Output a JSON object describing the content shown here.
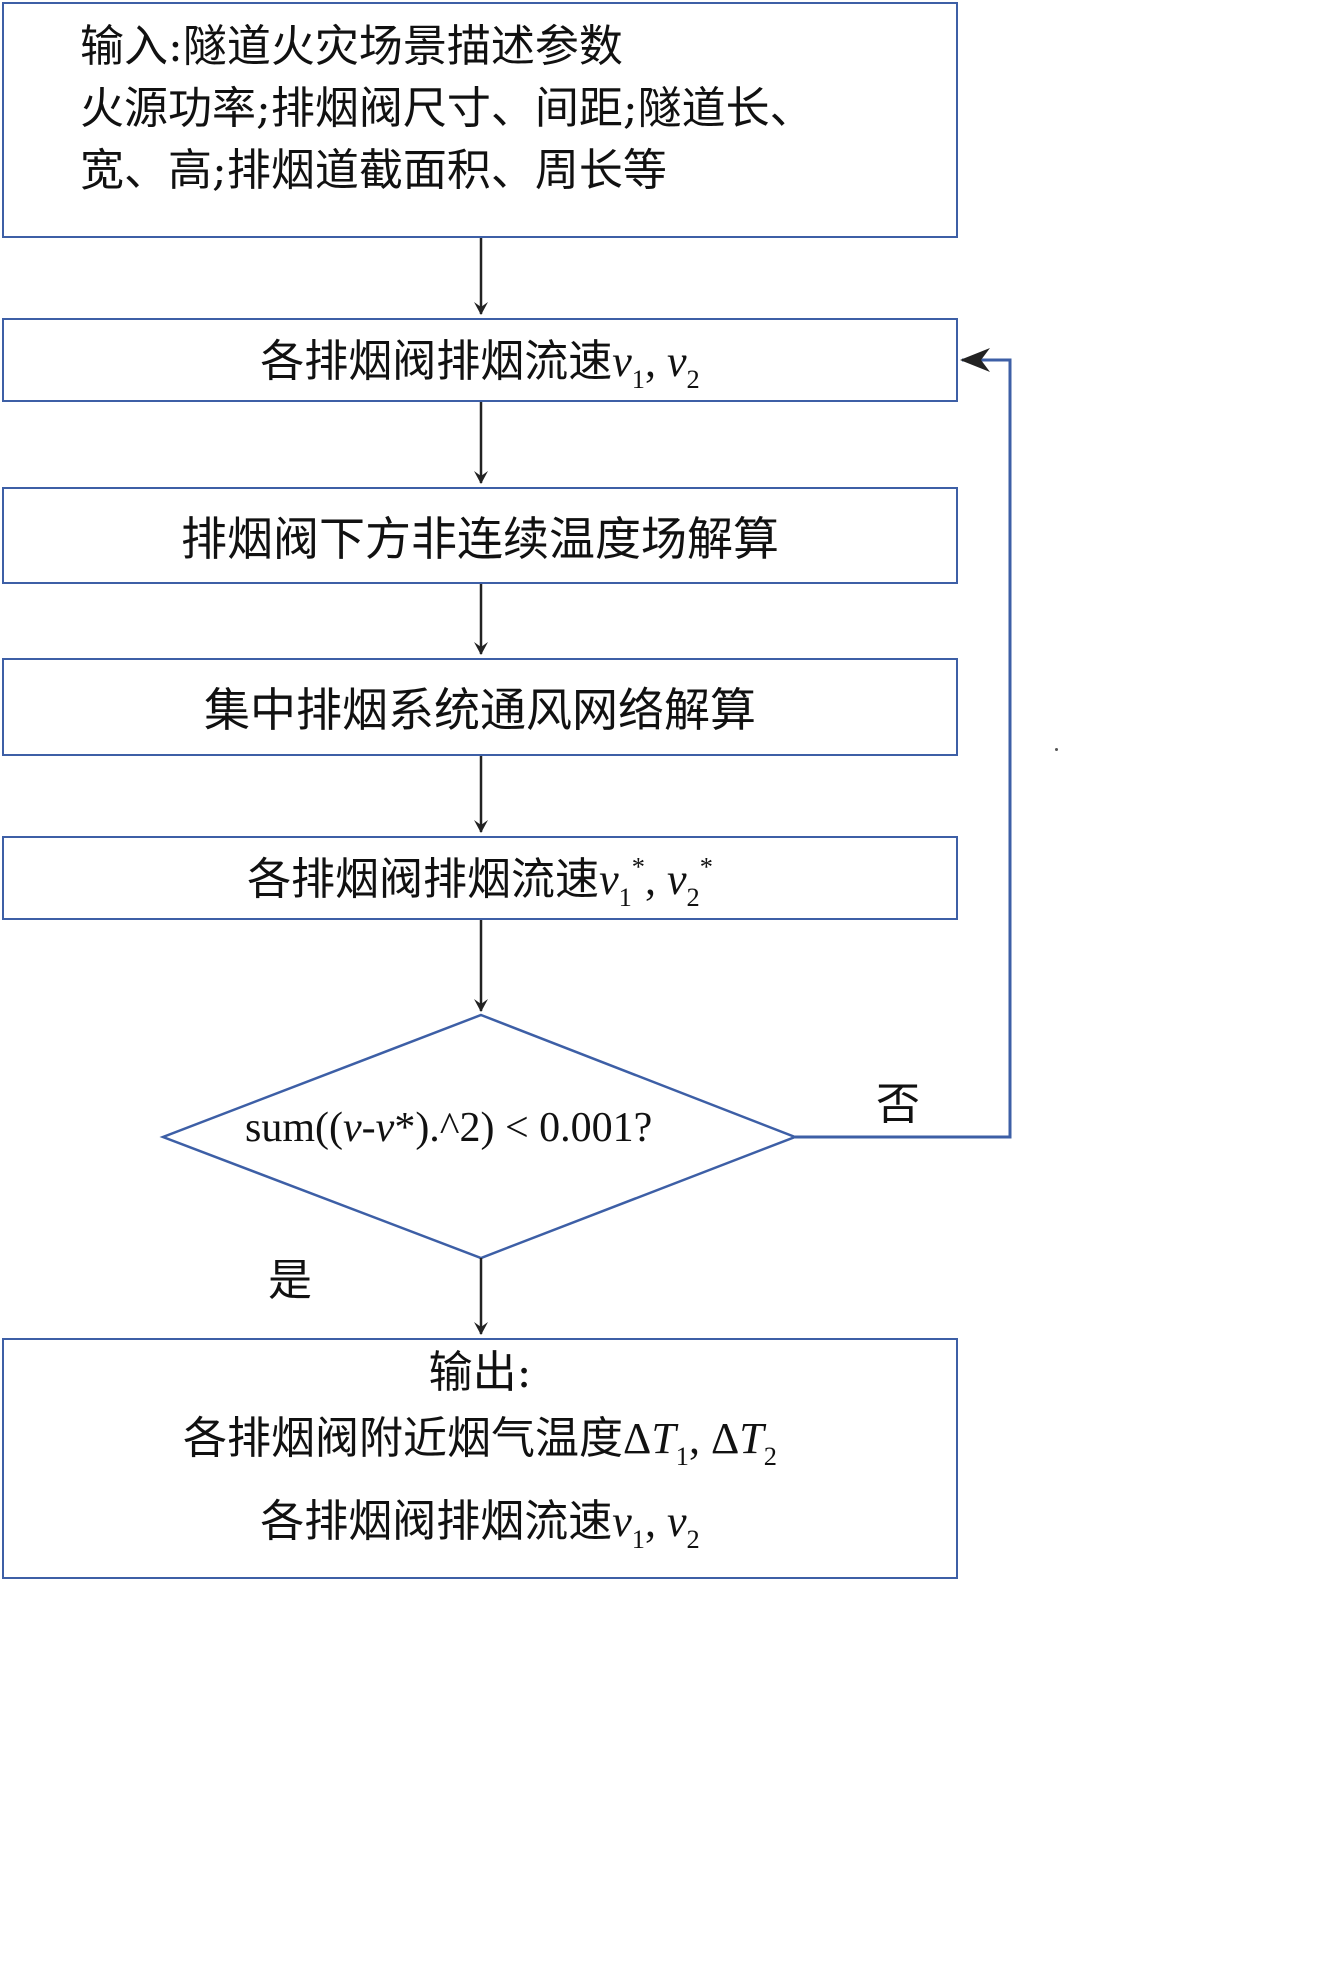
{
  "colors": {
    "box_border": "#3d5fa6",
    "arrow": "#222222",
    "loop_line": "#3d5fa6"
  },
  "input": {
    "line1": "输入:隧道火灾场景描述参数",
    "line2": "火源功率;排烟阀尺寸、间距;隧道长、",
    "line3": "宽、高;排烟道截面积、周长等"
  },
  "step_velocity": {
    "text": "各排烟阀排烟流速",
    "var": "v",
    "sub1": "1",
    "sep": ", ",
    "sub2": "2"
  },
  "step_temperature": {
    "text": "排烟阀下方非连续温度场解算"
  },
  "step_network": {
    "text": "集中排烟系统通风网络解算"
  },
  "step_velocity_star": {
    "text": "各排烟阀排烟流速",
    "var": "v",
    "sub1": "1",
    "sup": "*",
    "sep": ", ",
    "sub2": "2"
  },
  "decision": {
    "prefix": "sum((",
    "v": "v",
    "dash": "-",
    "vstar": "v",
    "suffix": "*).^2) < 0.001?",
    "no_label": "否",
    "yes_label": "是"
  },
  "output": {
    "title": "输出:",
    "line2_text": "各排烟阀附近烟气温度",
    "delta": "Δ",
    "T": "T",
    "sub1": "1",
    "sep": ", ",
    "sub2": "2",
    "line3_text": "各排烟阀排烟流速",
    "v": "v"
  }
}
